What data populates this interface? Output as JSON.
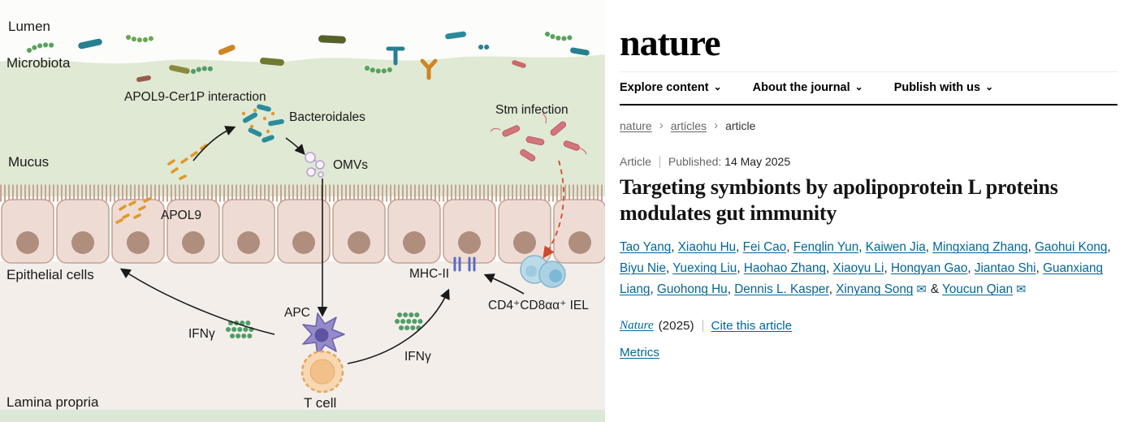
{
  "colors": {
    "link": "#006699",
    "mucus_green": "#dfe9d3",
    "cell_pink": "#eedcd4"
  },
  "icons": {
    "email": "✉",
    "chevron_down": "⌄",
    "breadcrumb_sep": "›"
  },
  "diagram": {
    "labels": {
      "lumen": "Lumen",
      "microbiota": "Microbiota",
      "mucus": "Mucus",
      "epithelial_cells": "Epithelial cells",
      "lamina_propria": "Lamina propria",
      "apol9_cer1p": "APOL9-Cer1P interaction",
      "bacteroidales": "Bacteroidales",
      "omvs": "OMVs",
      "apol9": "APOL9",
      "stm_infection": "Stm infection",
      "mhc2": "MHC-II",
      "iel": "CD4⁺CD8αα⁺ IEL",
      "apc": "APC",
      "t_cell": "T cell",
      "ifng_left": "IFNγ",
      "ifng_right": "IFNγ"
    }
  },
  "article": {
    "logo": "nature",
    "nav": [
      "Explore content",
      "About the journal",
      "Publish with us"
    ],
    "breadcrumb": [
      "nature",
      "articles",
      "article"
    ],
    "meta": {
      "type": "Article",
      "published_label": "Published:",
      "date": "14 May 2025"
    },
    "title": "Targeting symbionts by apolipoprotein L proteins modulates gut immunity",
    "authors": [
      {
        "name": "Tao Yang"
      },
      {
        "name": "Xiaohu Hu"
      },
      {
        "name": "Fei Cao"
      },
      {
        "name": "Fenglin Yun"
      },
      {
        "name": "Kaiwen Jia"
      },
      {
        "name": "Mingxiang Zhang"
      },
      {
        "name": "Gaohui Kong"
      },
      {
        "name": "Biyu Nie"
      },
      {
        "name": "Yuexing Liu"
      },
      {
        "name": "Haohao Zhang"
      },
      {
        "name": "Xiaoyu Li"
      },
      {
        "name": "Hongyan Gao"
      },
      {
        "name": "Jiantao Shi"
      },
      {
        "name": "Guanxiang Liang"
      },
      {
        "name": "Guohong Hu"
      },
      {
        "name": "Dennis L. Kasper"
      },
      {
        "name": "Xinyang Song",
        "email": true
      },
      {
        "name": "Youcun Qian",
        "email": true
      }
    ],
    "citation": {
      "journal": "Nature",
      "year": "(2025)",
      "cite": "Cite this article"
    },
    "metrics": "Metrics"
  }
}
